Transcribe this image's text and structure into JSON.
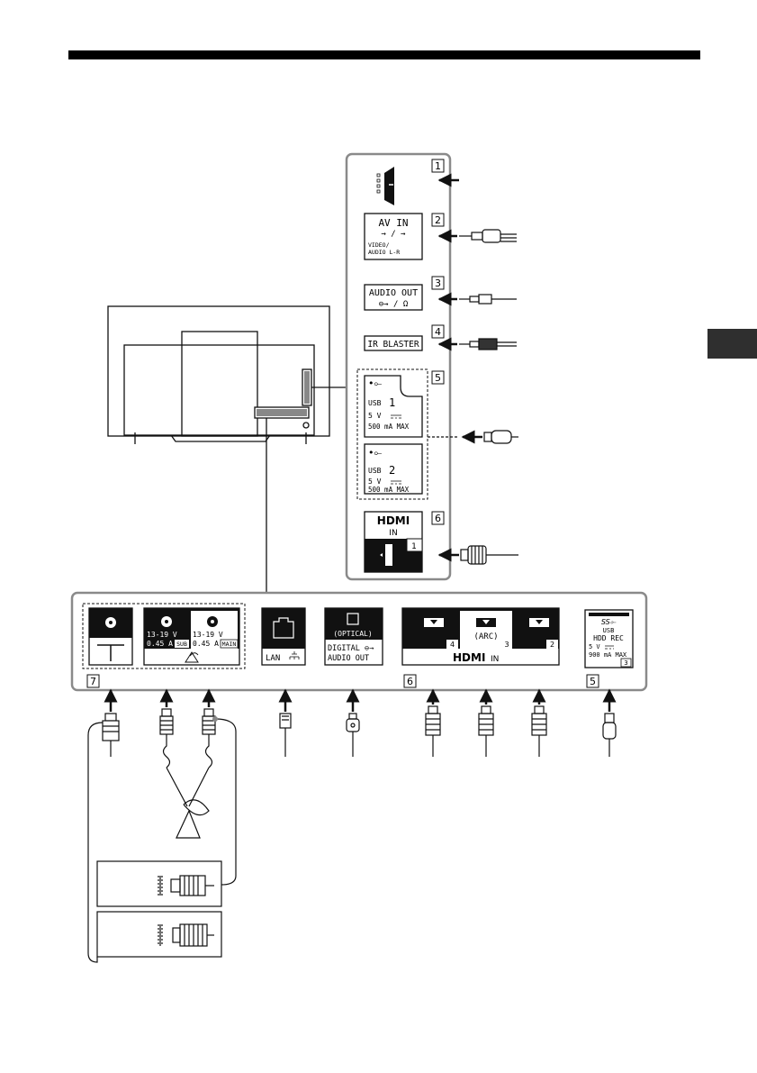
{
  "side_panel": {
    "ports": [
      {
        "number": "1"
      },
      {
        "number": "2",
        "label_line1": "AV IN",
        "label_line2": "VIDEO/",
        "label_line3": "AUDIO L-R"
      },
      {
        "number": "3",
        "label_line1": "AUDIO OUT"
      },
      {
        "number": "4",
        "label_line1": "IR BLASTER"
      },
      {
        "number": "5"
      },
      {
        "number": "6"
      }
    ],
    "usb1": {
      "label": "USB",
      "index": "1",
      "voltage": "5 V",
      "current": "500 mA MAX"
    },
    "usb2": {
      "label": "USB",
      "index": "2",
      "voltage": "5 V",
      "current": "500 mA MAX"
    },
    "hdmi": {
      "sub": "IN",
      "index": "1"
    }
  },
  "bottom_panel": {
    "sat_sub": {
      "voltage": "13-19 V",
      "current": "0.45 A",
      "tag": "SUB"
    },
    "sat_main": {
      "voltage": "13-19 V",
      "current": "0.45 A",
      "tag": "MAIN"
    },
    "lan": {
      "label": "LAN"
    },
    "optical": {
      "label": "(OPTICAL)",
      "line1": "DIGITAL",
      "line2": "AUDIO OUT"
    },
    "hdmi_ports": [
      {
        "index": "4"
      },
      {
        "index": "3",
        "label": "(ARC)"
      },
      {
        "index": "2"
      }
    ],
    "hdmi_sub": "IN",
    "usb3": {
      "label": "USB",
      "rec": "HDD REC",
      "voltage": "5 V",
      "current": "900 mA MAX",
      "index": "3"
    },
    "numbers": {
      "antenna": "7",
      "hdmi": "6",
      "usb": "5"
    }
  },
  "colors": {
    "line": "#111111",
    "panel_gray": "#8a8a8a",
    "tab": "#2f2f2f"
  }
}
